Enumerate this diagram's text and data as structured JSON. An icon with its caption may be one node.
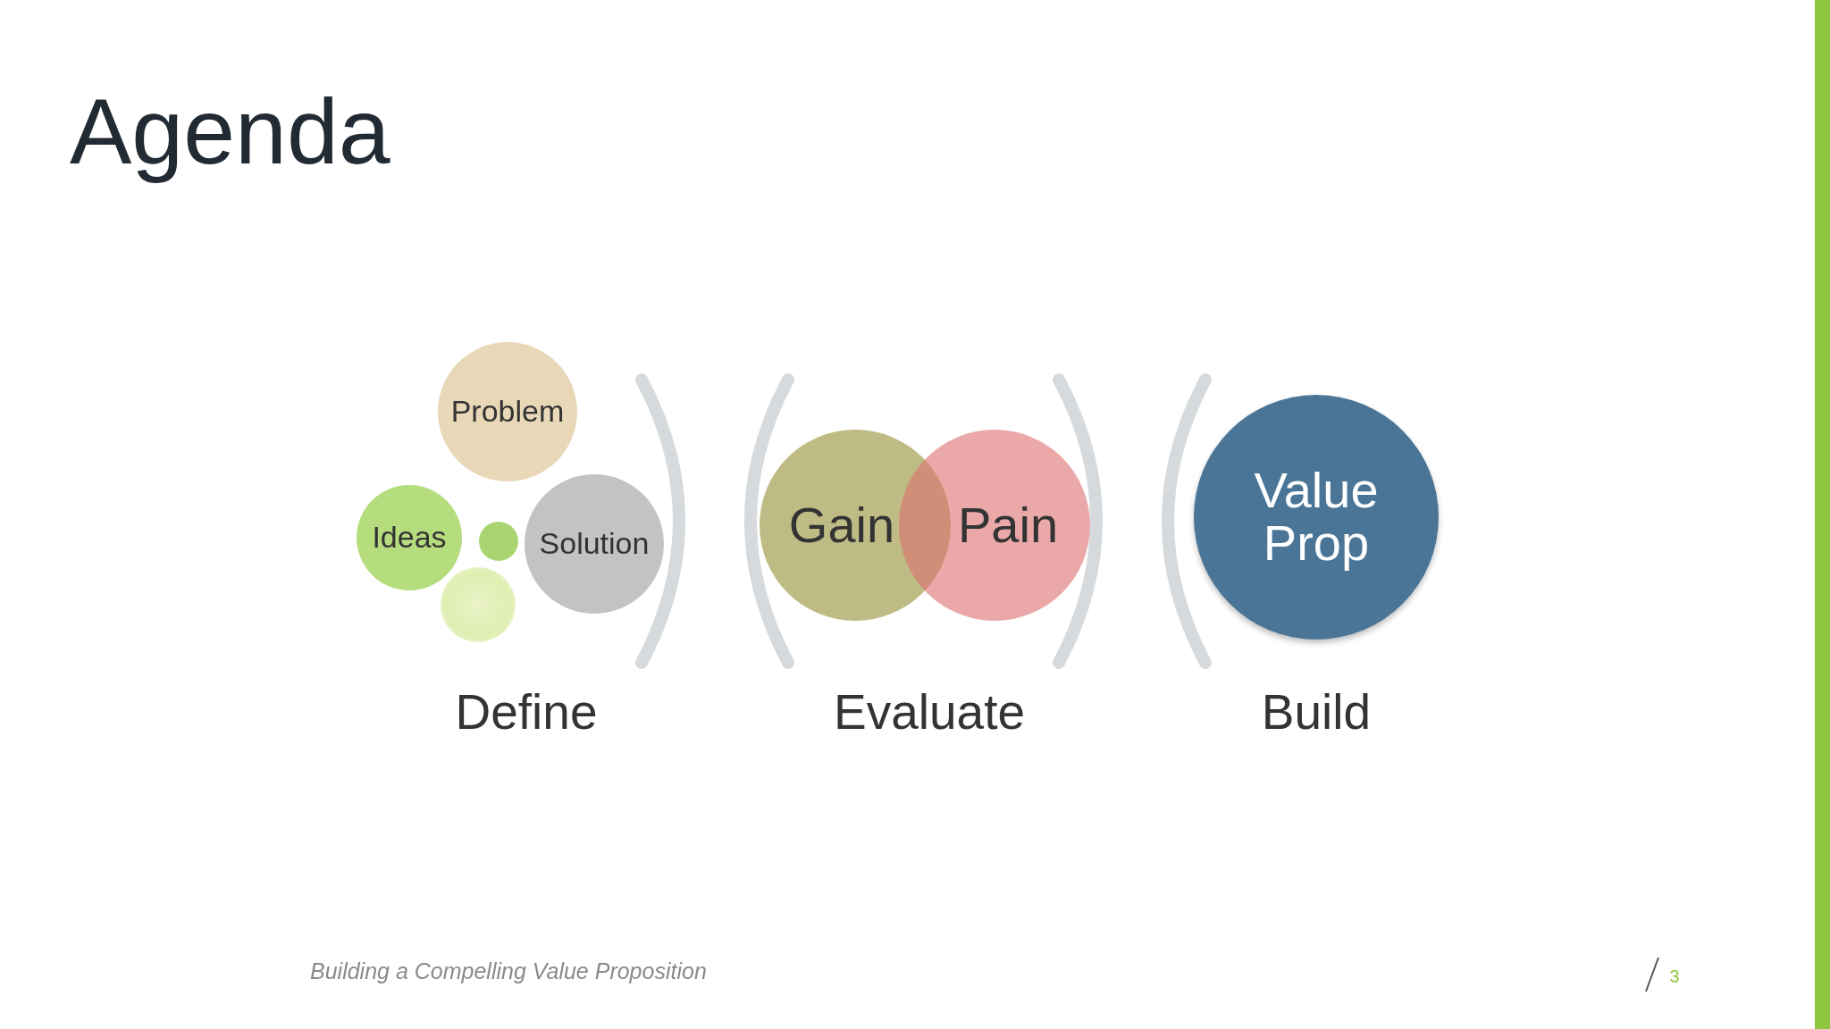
{
  "diagram": {
    "title": "Agenda",
    "nodes": [
      {
        "text": [
          "Problem"
        ]
      },
      {
        "text": [
          "Ideas"
        ]
      },
      {
        "text": [],
        "shape": "circle"
      },
      {
        "text": [
          "Solution"
        ]
      },
      {
        "text": [],
        "shape": "circle"
      },
      {
        "text": [
          "Gain"
        ]
      },
      {
        "text": [
          "Pain"
        ]
      },
      {
        "text": [
          "Value Prop"
        ]
      }
    ],
    "labels": [
      "Define",
      "Evaluate",
      "Build",
      "Building a Compelling Value Proposition",
      "3"
    ]
  }
}
